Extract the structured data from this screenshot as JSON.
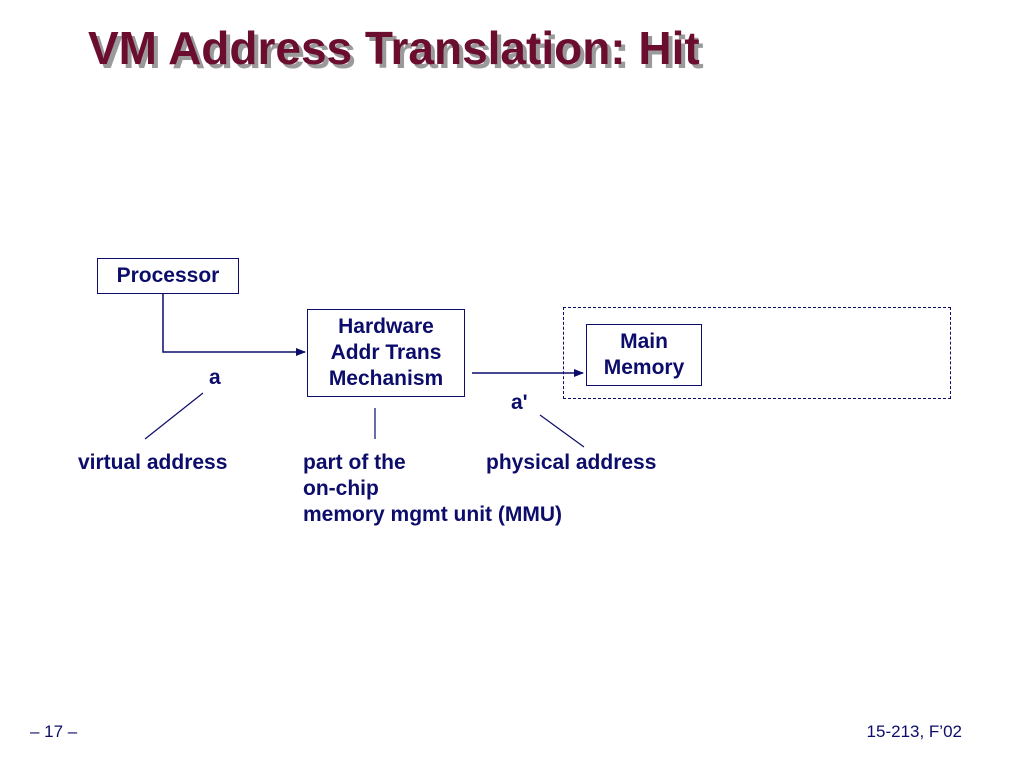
{
  "slide": {
    "title": "VM Address Translation: Hit",
    "footer_page": "– 17 –",
    "footer_course": "15-213, F’02"
  },
  "diagram": {
    "processor": "Processor",
    "hw_mechanism": [
      "Hardware",
      "Addr Trans",
      "Mechanism"
    ],
    "main_memory": [
      "Main",
      "Memory"
    ],
    "virtual_addr_symbol": "a",
    "physical_addr_symbol": "a'",
    "virtual_address_note": "virtual address",
    "mmu_note": [
      "part of the",
      "on-chip",
      "memory mgmt unit (MMU)"
    ],
    "physical_address_note": "physical address"
  },
  "colors": {
    "title": "#6b0d2f",
    "title_shadow": "#9a9a9a",
    "diagram": "#0c0c6b"
  }
}
